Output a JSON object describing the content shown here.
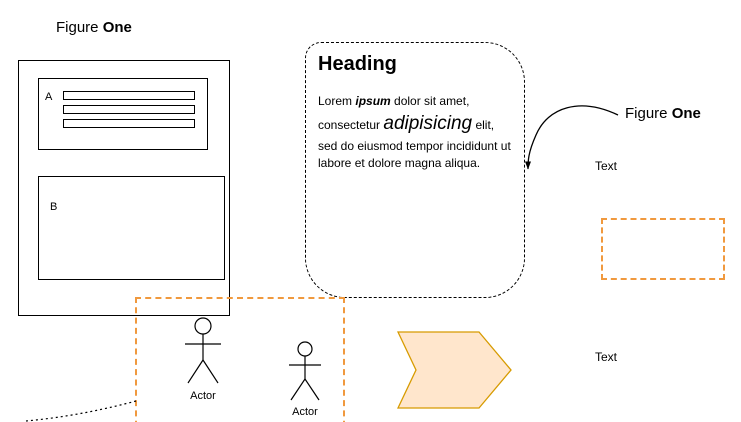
{
  "diagram": {
    "figure_left": {
      "normal": "Figure ",
      "bold": "One"
    },
    "figure_right": {
      "normal": "Figure ",
      "bold": "One"
    },
    "container": {
      "label_a": "A",
      "label_b": "B",
      "bar_count": 3
    },
    "note": {
      "heading": "Heading",
      "p1": "Lorem ",
      "p2": "ipsum",
      "p3": " dolor sit amet, consectetur ",
      "p4": "adipisicing",
      "p5": " elit, sed do eiusmod tempor incididunt ut labore et dolore magna aliqua."
    },
    "text_top": "Text",
    "text_bottom": "Text",
    "actor1_label": "Actor",
    "actor2_label": "Actor",
    "icons": {
      "actor": "stick-figure-person",
      "step_arrow": "chevron-step-arrow",
      "curved_arrow": "curved-pointer-arrow",
      "dotted_line": "dotted-connector"
    },
    "colors": {
      "background": "#ffffff",
      "stroke": "#000000",
      "orange_dashed": "#f0993e",
      "chevron_fill": "#ffe6cc",
      "chevron_stroke": "#d79b00"
    }
  }
}
